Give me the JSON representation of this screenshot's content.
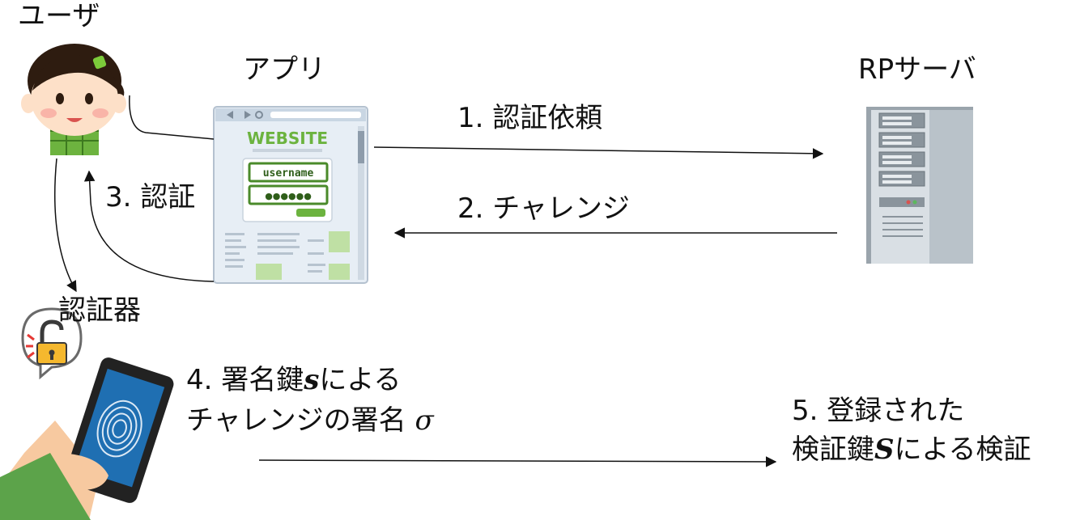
{
  "actors": {
    "user": "ユーザ",
    "app": "アプリ",
    "rp_server": "RPサーバ",
    "authenticator": "認証器"
  },
  "app_mockup": {
    "banner": "WEBSITE",
    "username_field": "username",
    "password_field": "●●●●●●"
  },
  "steps": {
    "s1": "1. 認証依頼",
    "s2": "2. チャレンジ",
    "s3": "3. 認証",
    "s4_line1_pre": "4. 署名鍵",
    "s4_line1_var": "s",
    "s4_line1_post": "による",
    "s4_line2_pre": "チャレンジの署名 ",
    "s4_line2_sym": "σ",
    "s5_line1": "5. 登録された",
    "s5_line2_pre": "検証鍵",
    "s5_line2_var": "S",
    "s5_line2_post": "による検証"
  },
  "colors": {
    "line": "#111111",
    "brand_green": "#4caf50",
    "skin": "#fde0c8",
    "hair": "#2e1c10"
  }
}
